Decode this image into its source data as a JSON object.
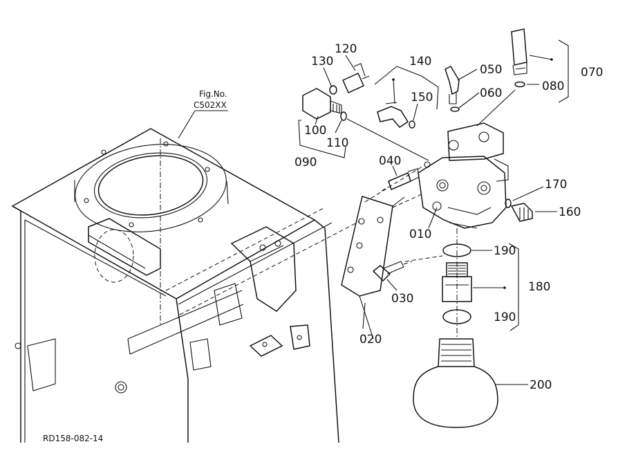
{
  "figure": {
    "fig_no_label": "Fig.No.",
    "fig_code": "C502XX",
    "drawing_id": "RD158-082-14"
  },
  "callouts": {
    "p010": "010",
    "p020": "020",
    "p030": "030",
    "p040": "040",
    "p050": "050",
    "p060": "060",
    "p070": "070",
    "p080": "080",
    "p090": "090",
    "p100": "100",
    "p110": "110",
    "p120": "120",
    "p130": "130",
    "p140": "140",
    "p150": "150",
    "p160": "160",
    "p170": "170",
    "p180": "180",
    "p190a": "190",
    "p190b": "190",
    "p200": "200"
  }
}
